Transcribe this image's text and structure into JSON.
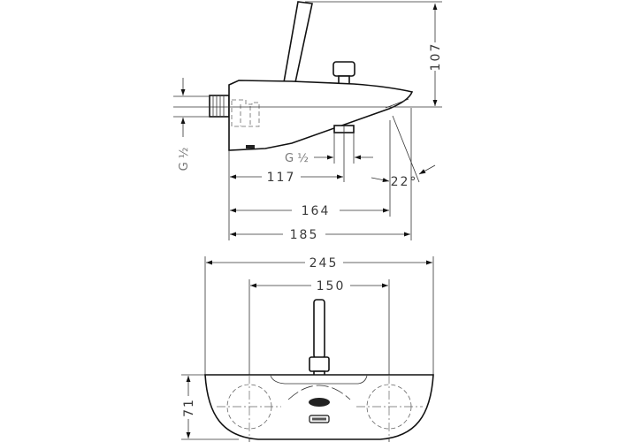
{
  "side_view": {
    "height_107": "107",
    "inlet_thread": "G ½",
    "outlet_thread": "G ½",
    "dim_117": "117",
    "dim_164": "164",
    "dim_185": "185",
    "angle": "22°"
  },
  "front_view": {
    "dim_245": "245",
    "dim_150": "150",
    "dim_71": "71"
  }
}
